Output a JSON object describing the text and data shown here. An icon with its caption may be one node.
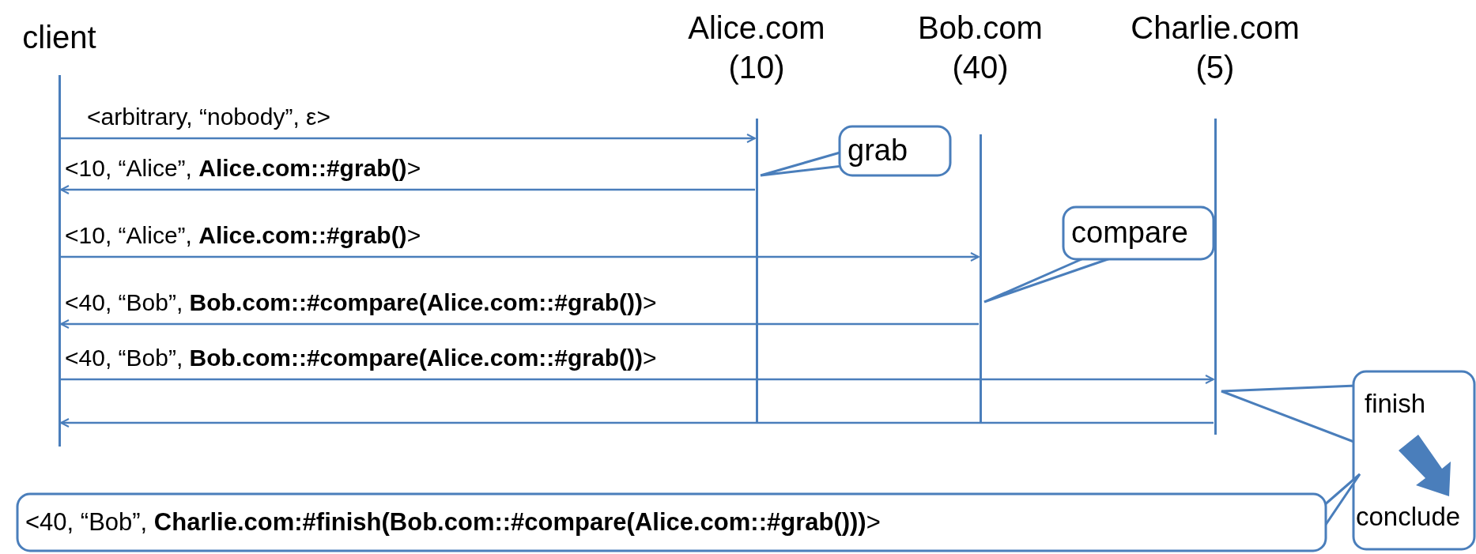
{
  "diagram": {
    "nodes": [
      {
        "text": [
          "client"
        ]
      },
      {
        "text": [
          "Alice.com (10)"
        ]
      },
      {
        "text": [
          "Bob.com (40)"
        ]
      },
      {
        "text": [
          "Charlie.com (5)"
        ]
      },
      {
        "text": [
          "grab"
        ]
      },
      {
        "text": [
          "compare"
        ]
      },
      {
        "text": [
          "finish",
          "conclude"
        ]
      },
      {
        "text": [
          "<40, “Bob”, **Charlie.com:#finish(Bob.com::#compare(Alice.com::#grab()))**>"
        ]
      }
    ],
    "edges": [
      {
        "from": 0,
        "to": 1,
        "arrow": "to",
        "label": "<arbitrary, “nobody”, ε>"
      },
      {
        "from": 1,
        "to": 0,
        "arrow": "to",
        "label": "<10, “Alice”, **Alice.com::#grab()**>"
      },
      {
        "from": 0,
        "to": 2,
        "arrow": "to",
        "label": "<10, “Alice”, **Alice.com::#grab()**>"
      },
      {
        "from": 2,
        "to": 0,
        "arrow": "to",
        "label": "<40, “Bob”, **Bob.com::#compare(Alice.com::#grab())**>"
      },
      {
        "from": 0,
        "to": 3,
        "arrow": "to",
        "label": "<40, “Bob”, **Bob.com::#compare(Alice.com::#grab())**>"
      },
      {
        "from": 3,
        "to": 0,
        "arrow": "to"
      }
    ]
  }
}
